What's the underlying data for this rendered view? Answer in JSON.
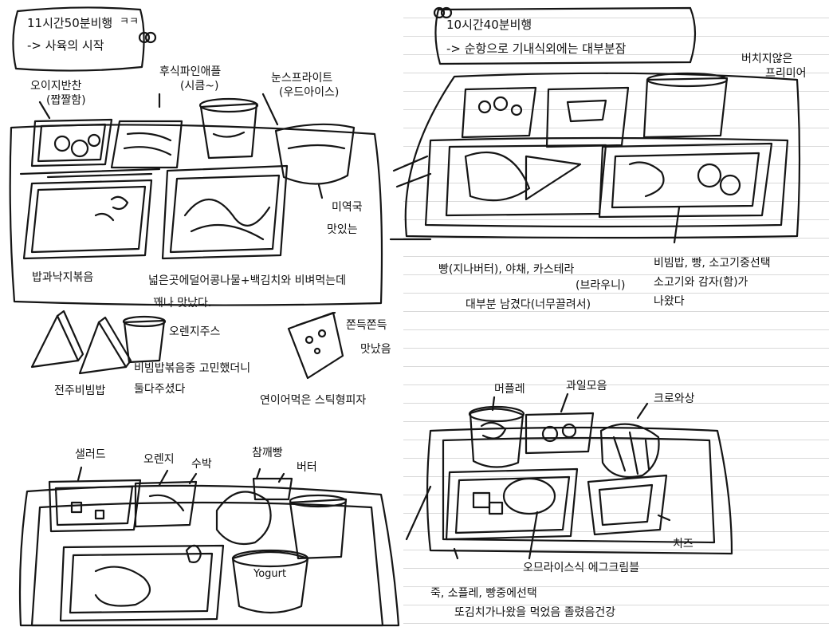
{
  "panel1": {
    "title_line1": "11시간50분비행",
    "title_line2": "-> 사육의 시작",
    "title_mark": "ㅋㅋ",
    "labels": {
      "side_dish": "오이지반찬",
      "side_dish_sub": "(짭짤함)",
      "pineapple": "후식파인애플",
      "pineapple_sub": "(시큼~)",
      "sprite": "눈스프라이트",
      "sprite_sub": "(우드아이스)",
      "seaweed_soup": "미역국",
      "seaweed_soup_sub": "맛있는",
      "rice": "밥과낙지볶음",
      "bibim_note": "넓은곳에덜어콩나물+백김치와 비벼먹는데",
      "bibim_note2": "꽤나 맛났다.",
      "orange_juice": "오렌지주스",
      "chewy": "쫀득쫀득",
      "chewy2": "맛났음",
      "jeonju": "전주비빔밥",
      "bibim_choice": "비빔밥볶음중 고민했더니",
      "bibim_choice2": "둘다주셨다",
      "pizza": "연이어먹은 스틱형피자"
    }
  },
  "panel2": {
    "title_line1": "10시간40분비행",
    "title_line2": "-> 순항으로 기내식외에는 대부분잠",
    "labels": {
      "pudding_note": "버치지않은",
      "pudding_note2": "프리미어",
      "bread_line": "빵(지나버터), 야채, 카스테라",
      "castella_sub": "(브라우니)",
      "most_left": "대부분 남겼다(너무끌려서)",
      "right_note1": "비빔밥, 빵, 소고기중선택",
      "right_note2": "소고기와 감자(함)가",
      "right_note3": "나왔다"
    }
  },
  "panel3": {
    "labels": {
      "salad": "샐러드",
      "orange": "오렌지",
      "melon": "수박",
      "sesame_bread": "참깨빵",
      "butter": "버터",
      "cup_text": "Yogurt"
    }
  },
  "panel4": {
    "labels": {
      "muffin": "머플레",
      "fruit": "과일모음",
      "croissant": "크로와상",
      "cheese": "치즈",
      "omelet": "오므라이스식 에그크림블",
      "bottom1": "죽, 소플레, 빵중에선택",
      "bottom2": "또김치가나왔을 먹었음 졸렸음건강"
    }
  }
}
